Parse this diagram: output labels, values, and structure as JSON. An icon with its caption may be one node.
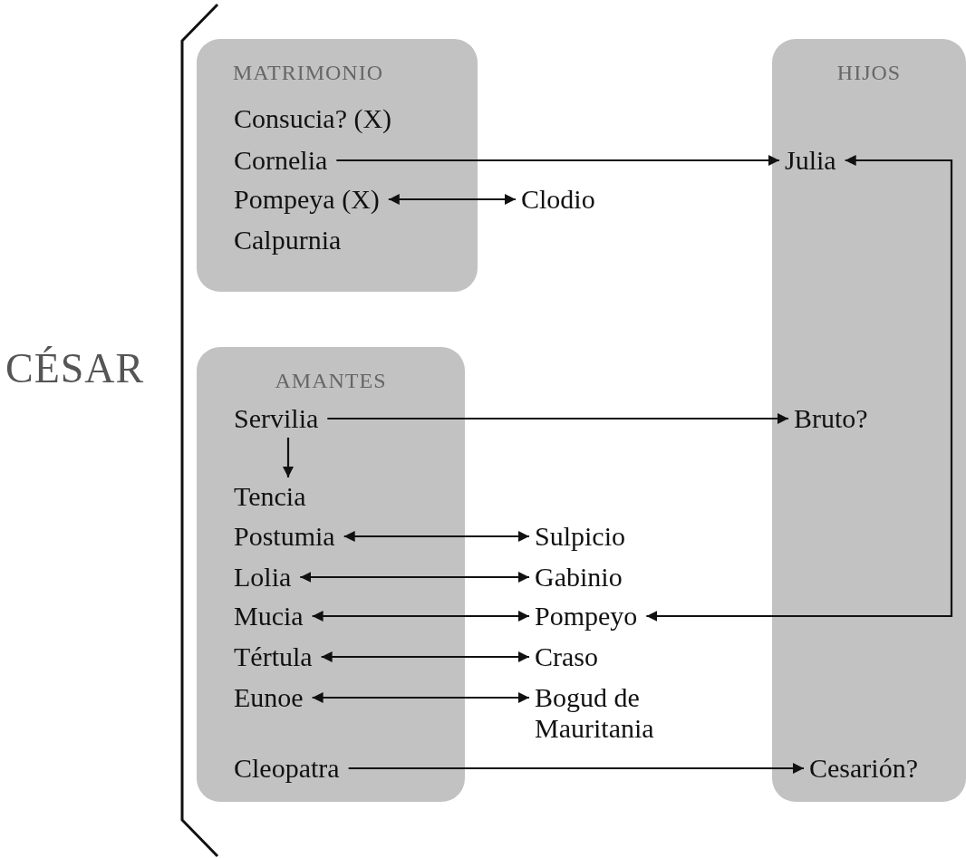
{
  "diagram": {
    "nodes": [
      {
        "text": [
          "MATRIMONIO"
        ]
      },
      {
        "text": [
          "Consucia? (X)"
        ],
        "in": 0
      },
      {
        "text": [
          "Cornelia"
        ],
        "in": 0
      },
      {
        "text": [
          "Pompeya (X)"
        ],
        "in": 0
      },
      {
        "text": [
          "Calpurnia"
        ],
        "in": 0
      },
      {
        "text": [
          "Clodio"
        ]
      },
      {
        "text": [
          "HIJOS"
        ]
      },
      {
        "text": [
          "Julia"
        ],
        "in": 6
      },
      {
        "text": [
          "Bruto?"
        ],
        "in": 6
      },
      {
        "text": [
          "Cesarión?"
        ],
        "in": 6
      },
      {
        "text": [
          "AMANTES"
        ]
      },
      {
        "text": [
          "Servilia"
        ],
        "in": 10
      },
      {
        "text": [
          "Tencia"
        ],
        "in": 10
      },
      {
        "text": [
          "Postumia"
        ],
        "in": 10
      },
      {
        "text": [
          "Lolia"
        ],
        "in": 10
      },
      {
        "text": [
          "Mucia"
        ],
        "in": 10
      },
      {
        "text": [
          "Tértula"
        ],
        "in": 10
      },
      {
        "text": [
          "Eunoe"
        ],
        "in": 10
      },
      {
        "text": [
          "Cleopatra"
        ],
        "in": 10
      },
      {
        "text": [
          "Sulpicio"
        ]
      },
      {
        "text": [
          "Gabinio"
        ]
      },
      {
        "text": [
          "Pompeyo"
        ]
      },
      {
        "text": [
          "Craso"
        ]
      },
      {
        "text": [
          "Bogud de Mauritania"
        ]
      }
    ],
    "edges": [
      {
        "from": 2,
        "to": 7,
        "arrow": "to"
      },
      {
        "from": 3,
        "to": 5,
        "arrow": "both"
      },
      {
        "from": 11,
        "to": 8,
        "arrow": "to"
      },
      {
        "from": 11,
        "to": 12,
        "arrow": "to"
      },
      {
        "from": 13,
        "to": 19,
        "arrow": "both"
      },
      {
        "from": 14,
        "to": 20,
        "arrow": "both"
      },
      {
        "from": 15,
        "to": 21,
        "arrow": "both"
      },
      {
        "from": 16,
        "to": 22,
        "arrow": "both"
      },
      {
        "from": 17,
        "to": 23,
        "arrow": "both"
      },
      {
        "from": 7,
        "to": 21,
        "arrow": "both"
      },
      {
        "from": 18,
        "to": 9,
        "arrow": "to"
      }
    ],
    "labels": [
      "CÉSAR"
    ]
  }
}
